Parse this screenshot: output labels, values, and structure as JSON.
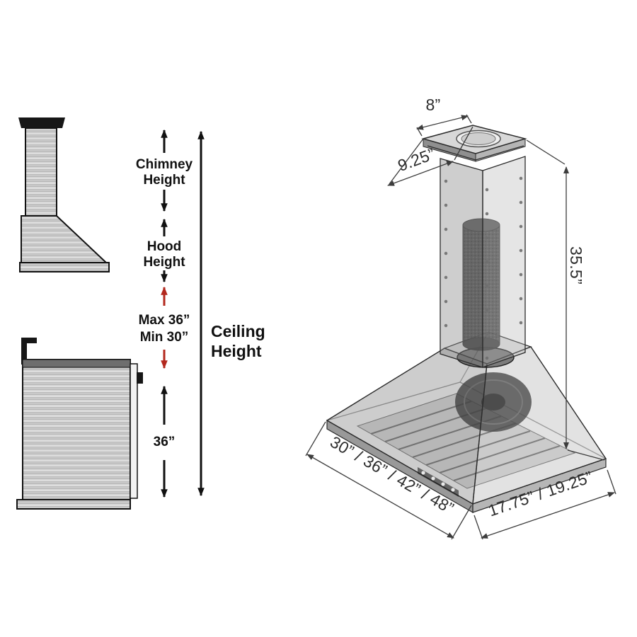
{
  "side": {
    "chimney_height_1": "Chimney",
    "chimney_height_2": "Height",
    "hood_height_1": "Hood",
    "hood_height_2": "Height",
    "max_label": "Max 36”",
    "min_label": "Min 30”",
    "ceiling_1": "Ceiling",
    "ceiling_2": "Height",
    "clearance": "36”"
  },
  "iso": {
    "duct": "8”",
    "chimney_depth": "9.25”",
    "chimney_height": "35.5”",
    "widths": "30” / 36” / 42” / 48”",
    "depths": "17.75” / 19.25”"
  },
  "colors": {
    "red": "#b3281e",
    "ink": "#111111",
    "dim_ink": "#2e2e2e"
  }
}
